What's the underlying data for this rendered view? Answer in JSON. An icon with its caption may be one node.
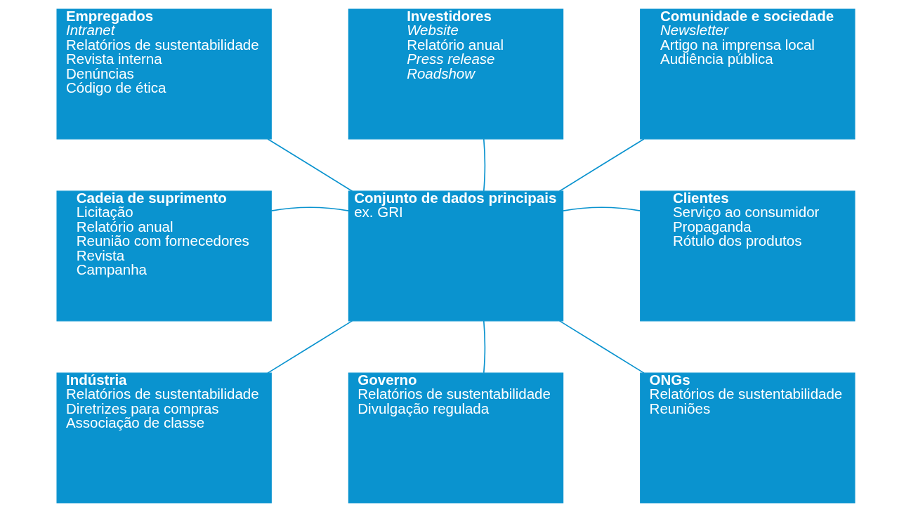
{
  "diagram": {
    "nodes": [
      {
        "text": [
          "Empregados",
          "*Intranet*",
          "Relatórios de sustentabilidade",
          "Revista interna",
          "Denúncias",
          "Código de ética"
        ]
      },
      {
        "text": [
          "Investidores",
          "*Website*",
          "Relatório anual",
          "*Press release*",
          "*Roadshow*"
        ]
      },
      {
        "text": [
          "Comunidade e sociedade",
          "*Newsletter*",
          "Artigo na imprensa local",
          "Audiência pública"
        ]
      },
      {
        "text": [
          "Cadeia de suprimento",
          "Licitação",
          "Relatório anual",
          "Reunião com fornecedores",
          "Revista",
          "Campanha"
        ]
      },
      {
        "text": [
          "Conjunto de dados principais",
          "ex. GRI"
        ]
      },
      {
        "text": [
          "Clientes",
          "Serviço ao consumidor",
          "Propaganda",
          "Rótulo dos produtos"
        ]
      },
      {
        "text": [
          "Indústria",
          "Relatórios de sustentabilidade",
          "Diretrizes para compras",
          "Associação de classe"
        ]
      },
      {
        "text": [
          "Governo",
          "Relatórios de sustentabilidade",
          "Divulgação regulada"
        ]
      },
      {
        "text": [
          "ONGs",
          "Relatórios de sustentabilidade",
          "Reuniões"
        ]
      }
    ],
    "edges": [
      {
        "from": 4,
        "to": 0,
        "arrow": "none"
      },
      {
        "from": 4,
        "to": 1,
        "arrow": "none"
      },
      {
        "from": 4,
        "to": 2,
        "arrow": "none"
      },
      {
        "from": 4,
        "to": 3,
        "arrow": "none"
      },
      {
        "from": 4,
        "to": 5,
        "arrow": "none"
      },
      {
        "from": 4,
        "to": 6,
        "arrow": "none"
      },
      {
        "from": 4,
        "to": 7,
        "arrow": "none"
      },
      {
        "from": 4,
        "to": 8,
        "arrow": "none"
      }
    ]
  }
}
